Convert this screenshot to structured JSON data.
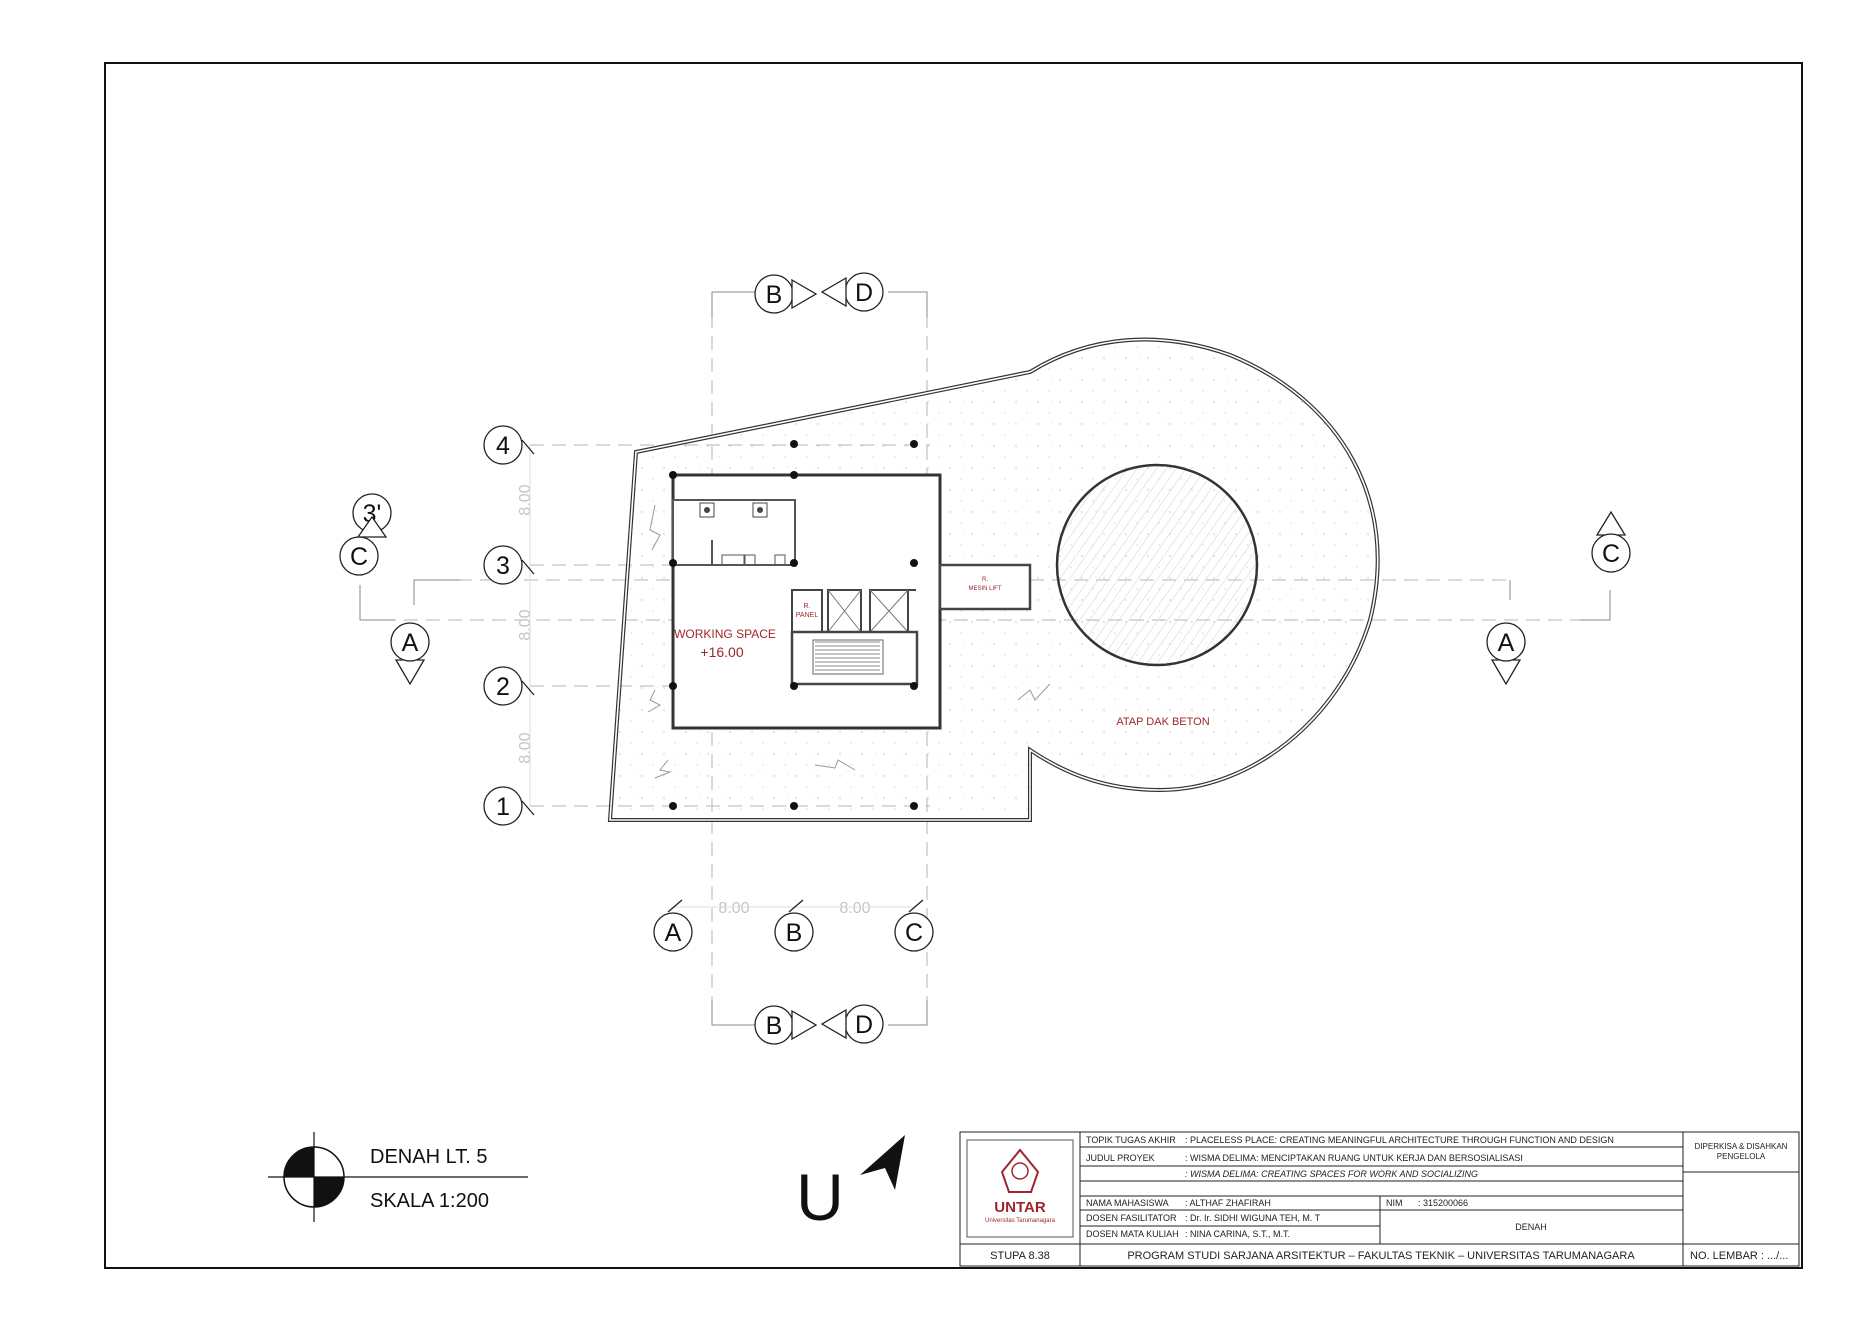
{
  "drawing": {
    "grid_rows": [
      "4",
      "3'",
      "3",
      "2",
      "1"
    ],
    "grid_cols": [
      "A",
      "B",
      "C"
    ],
    "dims": [
      "8.00",
      "8.00",
      "8.00",
      "8.00",
      "8.00"
    ],
    "section_marks": {
      "c_left": "C",
      "c_right": "C",
      "a_left": "A",
      "a_right": "A",
      "b": "B",
      "d": "D"
    },
    "rooms": {
      "working_space": "WORKING SPACE",
      "working_level": "+16.00",
      "r_panel_1": "R.",
      "r_panel_2": "PANEL",
      "mesin_lift_1": "R.",
      "mesin_lift_2": "MESIN LIFT",
      "atap": "ATAP DAK BETON"
    }
  },
  "legend": {
    "title": "DENAH LT. 5",
    "scale": "SKALA 1:200",
    "north": "U"
  },
  "title_block": {
    "logo_text": "UNTAR",
    "logo_sub": "Universitas Tarumanagara",
    "stupa": "STUPA 8.38",
    "topik_label": "TOPIK TUGAS AKHIR",
    "topik_value": ": PLACELESS PLACE: CREATING MEANINGFUL ARCHITECTURE THROUGH FUNCTION AND DESIGN",
    "judul_label": "JUDUL PROYEK",
    "judul_value": ": WISMA DELIMA: MENCIPTAKAN RUANG UNTUK KERJA DAN BERSOSIALISASI",
    "judul_en": ": WISMA DELIMA: CREATING SPACES FOR WORK AND SOCIALIZING",
    "nama_label": "NAMA MAHASISWA",
    "nama_value": ": ALTHAF ZHAFIRAH",
    "nim_label": "NIM",
    "nim_value": ": 315200066",
    "fasilitator_label": "DOSEN FASILITATOR",
    "fasilitator_value": ": Dr. Ir. SIDHI WIGUNA TEH, M. T",
    "matakuliah_label": "DOSEN MATA KULIAH",
    "matakuliah_value": ": NINA CARINA, S.T., M.T.",
    "sheet_name": "DENAH",
    "program": "PROGRAM STUDI SARJANA ARSITEKTUR – FAKULTAS TEKNIK – UNIVERSITAS TARUMANAGARA",
    "diperiksa_1": "DIPERKISA & DISAHKAN",
    "diperiksa_2": "PENGELOLA",
    "no_lembar": "NO. LEMBAR : .../..."
  }
}
